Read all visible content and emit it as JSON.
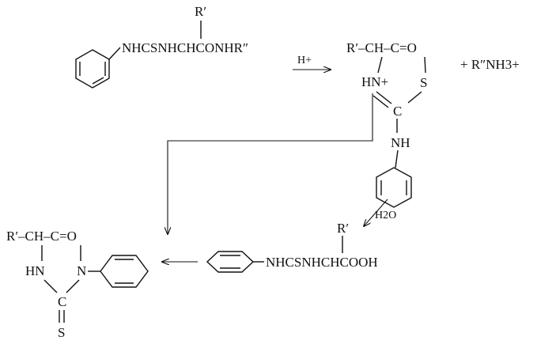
{
  "reaction_scheme": {
    "reactant": {
      "substituent_top": "R′",
      "chain": "NHCSNHCHCONHR″"
    },
    "reagent_label": "H+",
    "thiazolinone": {
      "top_group": "R′–CH–C=O",
      "ring_n": "HN+",
      "ring_s": "S",
      "ring_c": "C",
      "exocyclic_nh": "NH"
    },
    "byproduct": "+ R″NH3+",
    "water_label": "H2O",
    "thiocarbamyl_acid": {
      "substituent_top": "R′",
      "chain": "NHCSNHCHCOOH"
    },
    "thiohydantoin": {
      "top_group": "R′–CH–C=O",
      "ring_hn": "HN",
      "ring_n": "N",
      "ring_c": "C",
      "exocyclic_s": "S"
    }
  },
  "colors": {
    "ink": "#111111",
    "background": "#ffffff"
  }
}
